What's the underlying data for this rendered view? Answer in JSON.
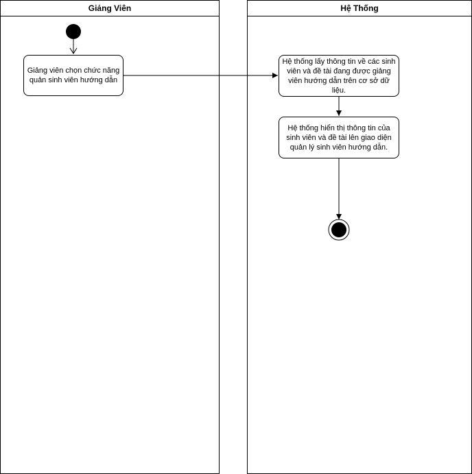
{
  "lanes": {
    "lecturer": {
      "title": "Giảng Viên"
    },
    "system": {
      "title": "Hệ Thống"
    }
  },
  "actions": {
    "choose_function": "Giảng viên chọn chức năng quản sinh viên hướng dẫn",
    "fetch_info": "Hệ thống lấy thông tin về các sinh viên và đề tài đang được giảng viên hướng dẫn trên cơ sở dữ liệu.",
    "display_info": "Hệ thống hiển thị thông tin của sinh viên và đề tài lên giao diện quản lý sinh viên hướng dẫn."
  }
}
